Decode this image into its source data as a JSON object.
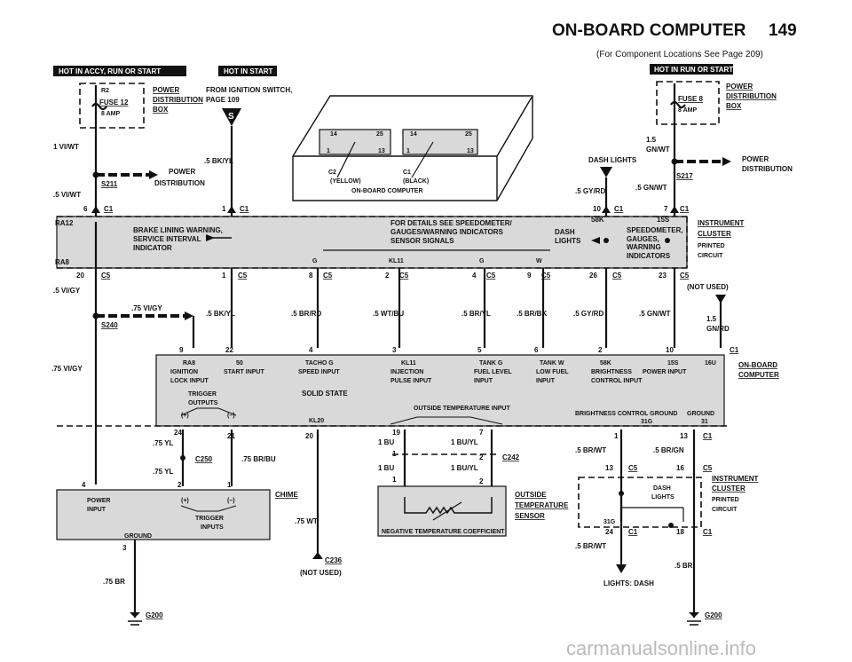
{
  "header": {
    "title": "ON-BOARD COMPUTER",
    "page": "149",
    "subtitle": "(For Component Locations See Page 209)"
  },
  "hot_labels": {
    "left": "HOT IN ACCY, RUN OR START",
    "mid": "HOT IN START",
    "right": "HOT IN RUN OR START"
  },
  "left_fuse": {
    "fuse": "FUSE 12",
    "amp": "8 AMP",
    "r": "R2",
    "box_lines": [
      "POWER",
      "DISTRIBUTION",
      "BOX"
    ],
    "wire1": "1 VI/WT",
    "dist_lines": [
      "POWER",
      "DISTRIBUTION"
    ],
    "splice": "S211",
    "wire2": ".5 VI/WT",
    "conn": "C1",
    "pin": "6"
  },
  "ignition": {
    "from_lines": [
      "FROM IGNITION SWITCH,",
      "PAGE 109"
    ],
    "wire": ".5 BK/YL",
    "pin": "1",
    "conn": "C1",
    "s": "S"
  },
  "computer_part": {
    "pins_left": [
      "14",
      "25",
      "1",
      "13"
    ],
    "pins_right": [
      "14",
      "25",
      "1",
      "13"
    ],
    "c2": "C2",
    "c1": "C1",
    "yellow": "(YELLOW)",
    "black": "(BLACK)",
    "name": "ON-BOARD COMPUTER"
  },
  "right_fuse": {
    "fuse": "FUSE 8",
    "amp": "8 AMP",
    "box_lines": [
      "POWER",
      "DISTRIBUTION",
      "BOX"
    ],
    "wire1": "1.5",
    "wire1b": "GN/WT",
    "dist_lines": [
      "POWER",
      "DISTRIBUTION"
    ],
    "splice": "S217",
    "wire2": ".5 GN/WT",
    "dash_lights": "DASH LIGHTS",
    "gy_rd": ".5 GY/RD",
    "pin10": "10",
    "conn10": "C1",
    "pin7": "7",
    "conn7": "C1"
  },
  "cluster": {
    "ra12": "RA12",
    "ra8": "RA8",
    "brake_lines": [
      "BRAKE LINING WARNING,",
      "SERVICE INTERVAL",
      "INDICATOR"
    ],
    "details_lines": [
      "FOR DETAILS SEE SPEEDOMETER/",
      "GAUGES/WARNING INDICATORS",
      "SENSOR SIGNALS"
    ],
    "dash_lines": [
      "DASH",
      "LIGHTS"
    ],
    "gauge_lines": [
      "SPEEDOMETER,",
      "GAUGES,",
      "WARNING",
      "INDICATORS"
    ],
    "k58": "58K",
    "k15": "15S",
    "g": "G",
    "kl11": "KL11",
    "g2": "G",
    "w": "W",
    "name_lines": [
      "INSTRUMENT",
      "CLUSTER"
    ],
    "pc_lines": [
      "PRINTED",
      "CIRCUIT"
    ],
    "pins": [
      "20",
      "1",
      "8",
      "2",
      "4",
      "9",
      "26",
      "23"
    ],
    "conns": [
      "C5",
      "C5",
      "C5",
      "C5",
      "C5",
      "C5",
      "C5",
      "C5"
    ],
    "not_used": "(NOT USED)"
  },
  "mid_wires": {
    "vigy_left": ".5 VI/GY",
    "vigy75": ".75 VI/GY",
    "splice240": "S240",
    "bkyl": ".5 BK/YL",
    "brrd": ".5 BR/RD",
    "wtbu": ".5 WT/BU",
    "bryl": ".5 BR/YL",
    "brbk": ".5 BR/BK",
    "gyrd": ".5 GY/RD",
    "gnwt": ".5 GN/WT",
    "gnrd1": "1.5",
    "gnrd2": "GN/RD",
    "vigy_side": ".75 VI/GY"
  },
  "computer_pins": [
    "9",
    "22",
    "4",
    "3",
    "5",
    "6",
    "2",
    "10"
  ],
  "computer_conn": "C1",
  "computer_name_lines": [
    "ON-BOARD",
    "COMPUTER"
  ],
  "computer_funcs": [
    {
      "top": "RA8",
      "lines": [
        "IGNITION",
        "LOCK INPUT"
      ]
    },
    {
      "top": "50",
      "lines": [
        "START INPUT"
      ]
    },
    {
      "top": "TACHO G",
      "lines": [
        "SPEED INPUT"
      ]
    },
    {
      "top": "KL11",
      "lines": [
        "INJECTION",
        "PULSE INPUT"
      ]
    },
    {
      "top": "TANK G",
      "lines": [
        "FUEL LEVEL",
        "INPUT"
      ]
    },
    {
      "top": "TANK W",
      "lines": [
        "LOW FUEL",
        "INPUT"
      ]
    },
    {
      "top": "58K",
      "lines": [
        "BRIGHTNESS",
        "CONTROL INPUT"
      ]
    },
    {
      "top": "15S",
      "lines": [
        "POWER INPUT"
      ]
    },
    {
      "top": "16U",
      "lines": []
    }
  ],
  "computer_lower": {
    "trigger": [
      "TRIGGER",
      "OUTPUTS"
    ],
    "plus": "(+)",
    "minus": "(–)",
    "solid": "SOLID STATE",
    "kl20": "KL20",
    "temp": "OUTSIDE TEMPERATURE INPUT",
    "bright_ground": "BRIGHTNESS CONTROL GROUND",
    "ground": "GROUND",
    "p31g": "31G",
    "p31": "31"
  },
  "lower_left": {
    "pin24": "24",
    "pin21": "21",
    "pin20": "20",
    "yl1": ".75 YL",
    "splice": "C250",
    "brbu": ".75 BR/BU",
    "yl2": ".75 YL",
    "pin2": "2",
    "pin1": "1",
    "pin4": "4",
    "pin3": "3",
    "power_input": [
      "POWER",
      "INPUT"
    ],
    "plus": "(+)",
    "minus": "(–)",
    "trig": [
      "TRIGGER",
      "INPUTS"
    ],
    "ground": "GROUND",
    "chime": "CHIME",
    "wt": ".75 WT",
    "br": ".75 BR",
    "g200": "G200",
    "c236": "C236",
    "not_used": "(NOT USED)"
  },
  "sensor": {
    "p19": "19",
    "p7": "7",
    "bu1": "1 BU",
    "buyl1": "1 BU/YL",
    "p1": "1",
    "p2": "2",
    "c242": "C242",
    "bu2": "1 BU",
    "buyl2": "1 BU/YL",
    "p1b": "1",
    "p2b": "2",
    "name": [
      "OUTSIDE",
      "TEMPERATURE",
      "SENSOR"
    ],
    "ntc": "NEGATIVE TEMPERATURE COEFFICIENT"
  },
  "lower_right": {
    "p1": "1",
    "p13": "13",
    "c1": "C1",
    "brwt": ".5 BR/WT",
    "brgn": ".5 BR/GN",
    "p13b": "13",
    "c5a": "C5",
    "p16": "16",
    "c5b": "C5",
    "dash": [
      "DASH",
      "LIGHTS"
    ],
    "name": [
      "INSTRUMENT",
      "CLUSTER"
    ],
    "pc": [
      "PRINTED",
      "CIRCUIT"
    ],
    "p31g": "31G",
    "p24": "24",
    "c1b": "C1",
    "p18": "18",
    "c1c": "C1",
    "brwt2": ".5 BR/WT",
    "br": ".5 BR",
    "lights": "LIGHTS: DASH",
    "g200": "G200"
  },
  "watermark": "carmanualsonline.info"
}
